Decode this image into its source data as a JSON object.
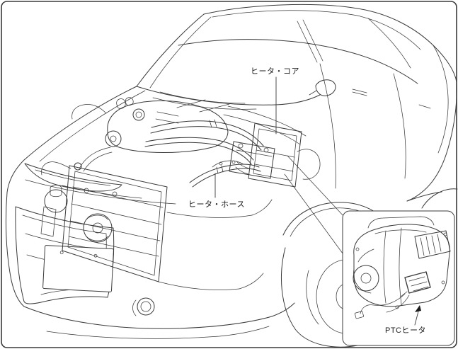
{
  "figure": {
    "labels": {
      "heater_core": "ヒータ・コア",
      "heater_hose": "ヒータ・ホース",
      "ptc_heater": "PTCヒータ"
    },
    "colors": {
      "line": "#3a3a3a",
      "background": "#ffffff"
    }
  }
}
